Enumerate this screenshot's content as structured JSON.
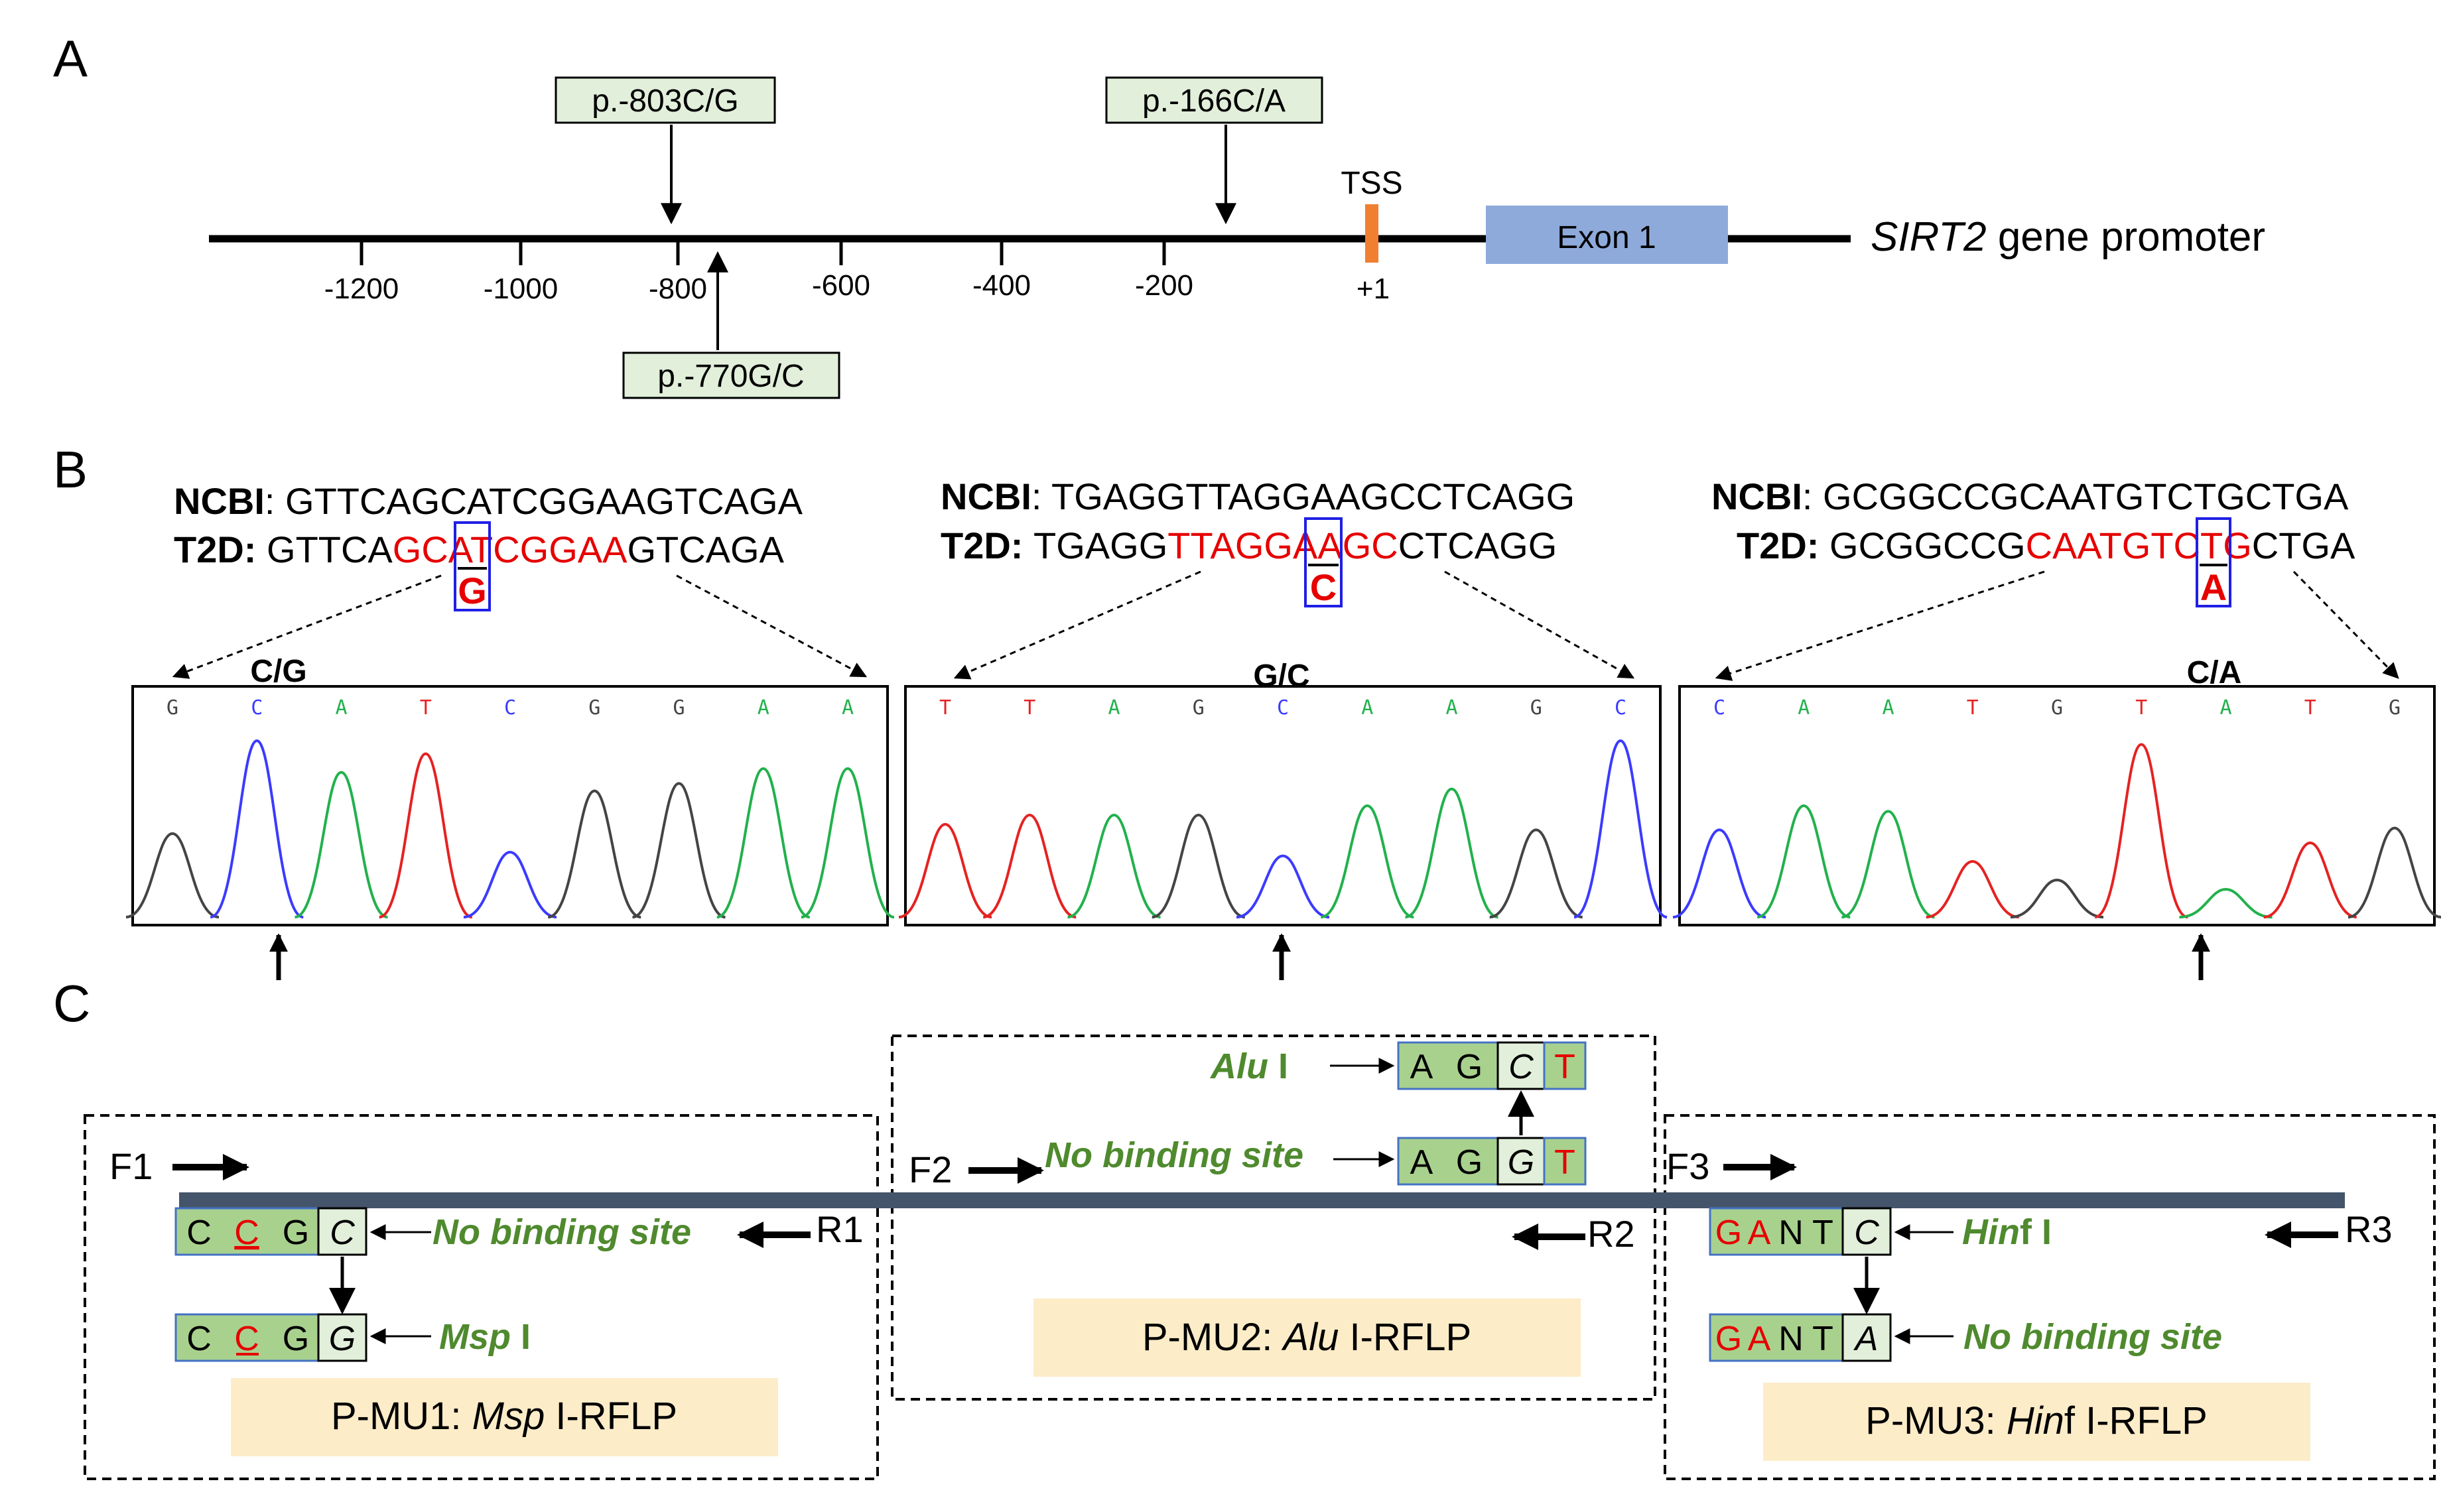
{
  "panels": {
    "a": "A",
    "b": "B",
    "c": "C"
  },
  "panel_a": {
    "ticks": [
      "-1200",
      "-1000",
      "-800",
      "-600",
      "-400",
      "-200",
      "+1"
    ],
    "tss_label": "TSS",
    "exon_label": "Exon 1",
    "gene_italic": "SIRT2",
    "gene_rest": " gene promoter",
    "variants": [
      "p.-803C/G",
      "p.-166C/A",
      "p.-770G/C"
    ],
    "colors": {
      "tss": "#f07f32",
      "exon": "#8eaadb",
      "label_box": "#e2efda"
    }
  },
  "panel_b": {
    "ncbi_label": "NCBI",
    "t2d_label": "T2D",
    "sequences": [
      {
        "ncbi_pre": "GTTCAG",
        "ncbi_mid": "C",
        "ncbi_post": "ATCGGAAGTCAGA",
        "t2d_pre": "GTTCA",
        "t2d_red1": "G",
        "t2d_box": "C",
        "t2d_red2": "ATCGGAA",
        "t2d_post": "GTCAGA",
        "alt": "G",
        "genotype": "C/G",
        "bases": [
          "G",
          "C",
          "A",
          "T",
          "C",
          "G",
          "G",
          "A",
          "A"
        ]
      },
      {
        "ncbi_pre": "TGAGGTTAG",
        "ncbi_mid": "G",
        "ncbi_post": "AAGCCTCAGG",
        "t2d_pre": "TGAGG",
        "t2d_red1": "TTAG",
        "t2d_box": "G",
        "t2d_red2": "AAGC",
        "t2d_post": "CTCAGG",
        "alt": "C",
        "genotype": "G/C",
        "bases": [
          "T",
          "T",
          "A",
          "G",
          "C",
          "A",
          "A",
          "G",
          "C"
        ]
      },
      {
        "ncbi_pre": "GCGGCCGCAATGT",
        "ncbi_mid": "C",
        "ncbi_post": "TGCTGA",
        "t2d_pre": "GCGGCCG",
        "t2d_red1": "CAATGT",
        "t2d_box": "C",
        "t2d_red2": "TG",
        "t2d_post": "CTGA",
        "alt": "A",
        "genotype": "C/A",
        "bases": [
          "C",
          "A",
          "A",
          "T",
          "G",
          "T",
          "A",
          "T",
          "G"
        ]
      }
    ],
    "colors": {
      "A": "#22b14c",
      "C": "#3b3bff",
      "G": "#444444",
      "T": "#e52222"
    }
  },
  "panel_c": {
    "primers": [
      "F1",
      "R1",
      "F2",
      "R2",
      "F3",
      "R3"
    ],
    "mu1": {
      "top": [
        "C",
        "C",
        "G",
        "C"
      ],
      "bottom": [
        "C",
        "C",
        "G",
        "G"
      ],
      "top_label": "No binding site",
      "enzyme_italic": "Msp",
      "enzyme_rest": " I",
      "rflp_prefix": "P-MU1: ",
      "rflp_italic": "Msp",
      "rflp_suffix": " I-RFLP"
    },
    "mu2": {
      "top": [
        "A",
        "G",
        "C",
        "T"
      ],
      "bottom": [
        "A",
        "G",
        "G",
        "T"
      ],
      "enzyme_italic": "Alu",
      "enzyme_rest": " I",
      "bottom_label": "No binding site",
      "rflp_prefix": "P-MU2: ",
      "rflp_italic": "Alu",
      "rflp_suffix": " I-RFLP"
    },
    "mu3": {
      "top": [
        "G",
        "A",
        "N",
        "T",
        "C"
      ],
      "bottom": [
        "G",
        "A",
        "N",
        "T",
        "A"
      ],
      "enzyme_italic": "Hin",
      "enzyme_rest": "f I",
      "bottom_label": "No binding site",
      "rflp_prefix": "P-MU3: ",
      "rflp_italic": "Hin",
      "rflp_suffix": "f I-RFLP"
    },
    "colors": {
      "site_fill": "#a9d18e",
      "rflp_fill": "#fdecc8",
      "bar": "#44546a",
      "green_text": "#4f8a2e"
    }
  }
}
